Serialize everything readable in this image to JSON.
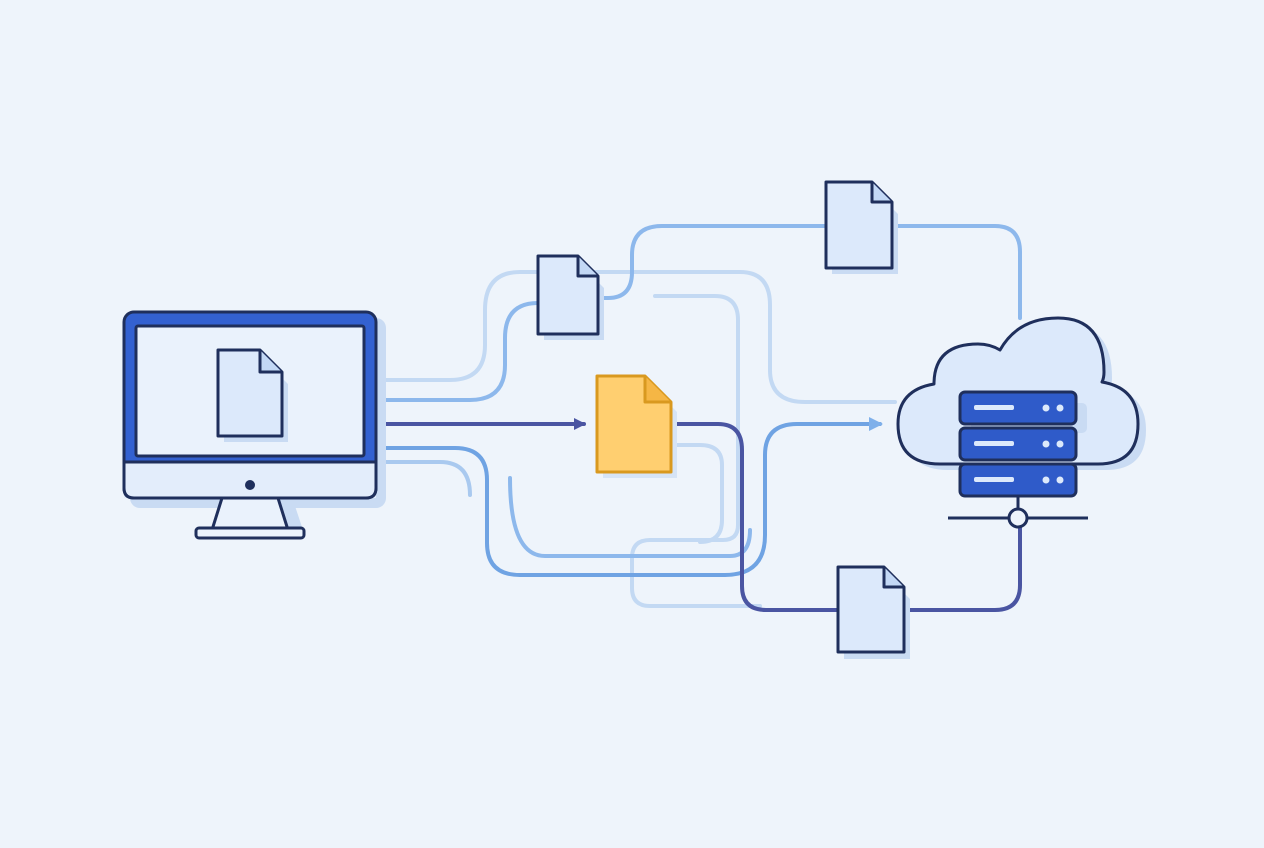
{
  "diagram": {
    "nodes": [
      {
        "id": "computer",
        "icon": "desktop-computer-icon",
        "content_icon": "document-icon"
      },
      {
        "id": "document-upper-left",
        "icon": "document-icon"
      },
      {
        "id": "document-top",
        "icon": "document-icon"
      },
      {
        "id": "document-highlighted",
        "icon": "document-icon",
        "highlighted": true
      },
      {
        "id": "document-bottom",
        "icon": "document-icon"
      },
      {
        "id": "cloud-server",
        "icon": "cloud-server-icon",
        "server_units": 3
      }
    ],
    "flows": [
      {
        "from": "computer",
        "to": "document-upper-left",
        "style": "light"
      },
      {
        "from": "document-upper-left",
        "to": "document-top",
        "style": "light"
      },
      {
        "from": "document-top",
        "to": "cloud-server",
        "style": "light"
      },
      {
        "from": "computer",
        "to": "document-highlighted",
        "style": "primary",
        "arrow": true
      },
      {
        "from": "document-highlighted",
        "to": "document-bottom",
        "style": "primary"
      },
      {
        "from": "document-bottom",
        "to": "cloud-server",
        "style": "primary"
      },
      {
        "from": "computer",
        "to": "cloud-server",
        "style": "light",
        "arrow": true
      }
    ]
  },
  "colors": {
    "background": "#eef4fb",
    "outline": "#1f2f5c",
    "primary_blue": "#3361d1",
    "server_blue": "#2f5bc9",
    "light_blue_fill": "#dce9fb",
    "flow_light": "#a9c9ef",
    "flow_mid": "#6fa3e3",
    "flow_primary": "#4a55a2",
    "highlight_fill": "#ffcf70",
    "highlight_stroke": "#d9991f"
  }
}
